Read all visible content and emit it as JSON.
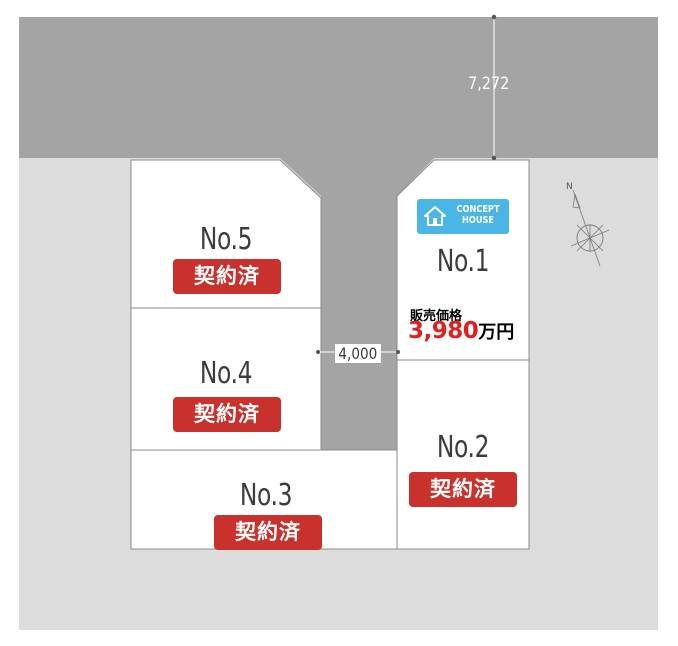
{
  "lots": [
    {
      "id": "no5",
      "label": "No.5",
      "status": "契約済"
    },
    {
      "id": "no4",
      "label": "No.4",
      "status": "契約済"
    },
    {
      "id": "no3",
      "label": "No.3",
      "status": "契約済"
    },
    {
      "id": "no2",
      "label": "No.2",
      "status": "契約済"
    },
    {
      "id": "no1",
      "label": "No.1",
      "badge": {
        "line1": "CONCEPT",
        "line2": "HOUSE",
        "icon": "house-icon"
      },
      "price": {
        "label": "販売価格",
        "value": "3,980",
        "unit": "万円"
      }
    }
  ],
  "dimensions": {
    "road_width": "7,272",
    "driveway_width": "4,000"
  },
  "compass": {
    "north_label": "N",
    "icon": "compass-icon"
  },
  "colors": {
    "road": "#a4a4a4",
    "ground": "#dcdcdc",
    "sold": "#c9312c",
    "badge": "#49b6e6",
    "price": "#e01f1f"
  }
}
